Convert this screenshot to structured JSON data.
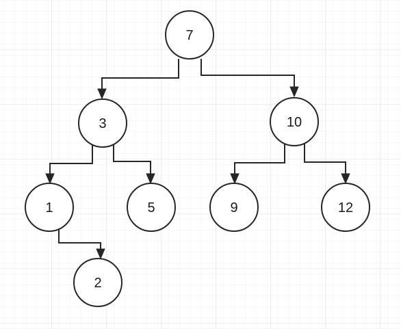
{
  "colors": {
    "background": "#ffffff",
    "grid_minor": "#ececec",
    "grid_major": "#dcdcdc",
    "stroke": "#262626",
    "text": "#1a1a1a"
  },
  "tree": {
    "nodes": [
      {
        "id": "n7",
        "label": "7"
      },
      {
        "id": "n3",
        "label": "3"
      },
      {
        "id": "n10",
        "label": "10"
      },
      {
        "id": "n1",
        "label": "1"
      },
      {
        "id": "n5",
        "label": "5"
      },
      {
        "id": "n9",
        "label": "9"
      },
      {
        "id": "n12",
        "label": "12"
      },
      {
        "id": "n2",
        "label": "2"
      }
    ],
    "edges": [
      {
        "from": "n7",
        "to": "n3"
      },
      {
        "from": "n7",
        "to": "n10"
      },
      {
        "from": "n3",
        "to": "n1"
      },
      {
        "from": "n3",
        "to": "n5"
      },
      {
        "from": "n10",
        "to": "n9"
      },
      {
        "from": "n10",
        "to": "n12"
      },
      {
        "from": "n1",
        "to": "n2"
      }
    ]
  }
}
